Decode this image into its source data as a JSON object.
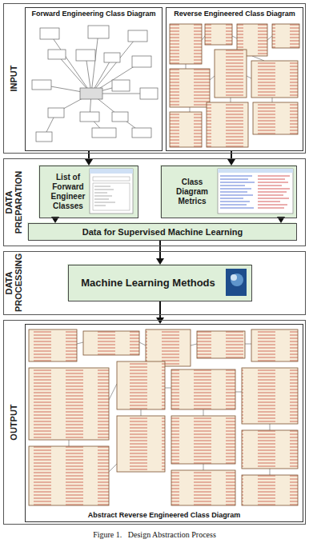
{
  "diagram": {
    "caption": "Figure 1.   Design Abstraction Process",
    "nodes": [
      {
        "text": [
          "INPUT"
        ]
      },
      {
        "text": [
          "Forward Engineering Class Diagram"
        ],
        "in": 0
      },
      {
        "text": [
          "Reverse Engineered Class Diagram"
        ],
        "in": 0
      },
      {
        "text": [
          "DATA PREPARATION"
        ]
      },
      {
        "text": [
          "List of Forward Engineer Classes"
        ],
        "in": 3
      },
      {
        "text": [
          "Class Diagram Metrics"
        ],
        "in": 3
      },
      {
        "text": [
          "Data for Supervised Machine Learning"
        ],
        "in": 3
      },
      {
        "text": [
          "DATA PROCESSING"
        ]
      },
      {
        "text": [
          "Machine Learning Methods"
        ],
        "in": 7
      },
      {
        "text": [
          "OUTPUT"
        ]
      },
      {
        "text": [
          "Abstract Reverse Engineered Class Diagram"
        ],
        "in": 9
      }
    ],
    "edges": [
      {
        "from": 1,
        "to": 4,
        "arrow": "to"
      },
      {
        "from": 2,
        "to": 5,
        "arrow": "to"
      },
      {
        "from": 4,
        "to": 6,
        "arrow": "to"
      },
      {
        "from": 5,
        "to": 6,
        "arrow": "to"
      },
      {
        "from": 6,
        "to": 8,
        "arrow": "to"
      },
      {
        "from": 8,
        "to": 10,
        "arrow": "to"
      }
    ]
  }
}
